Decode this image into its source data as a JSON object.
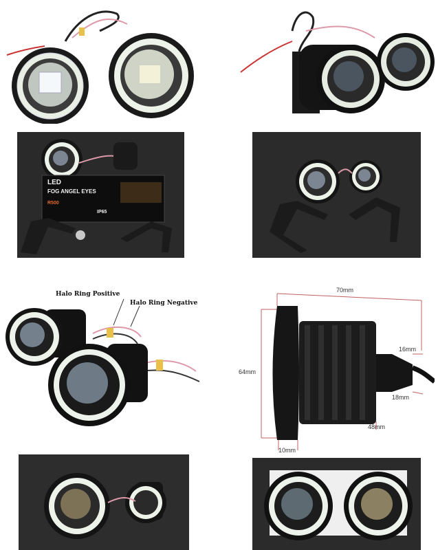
{
  "product": {
    "box_brand": "LED",
    "box_title": "FOG ANGEL EYES",
    "box_model": "R500",
    "box_badge": "IP65"
  },
  "annotations": {
    "halo_positive": "Halo Ring Positive",
    "halo_negative": "Halo Ring Negative"
  },
  "dimensions": {
    "length": "70mm",
    "height": "64mm",
    "flange": "10mm",
    "body": "48mm",
    "cable_a": "16mm",
    "cable_b": "18mm"
  },
  "colors": {
    "halo": "#f3f7ee",
    "housing": "#151515",
    "dim_line": "#c06060"
  }
}
